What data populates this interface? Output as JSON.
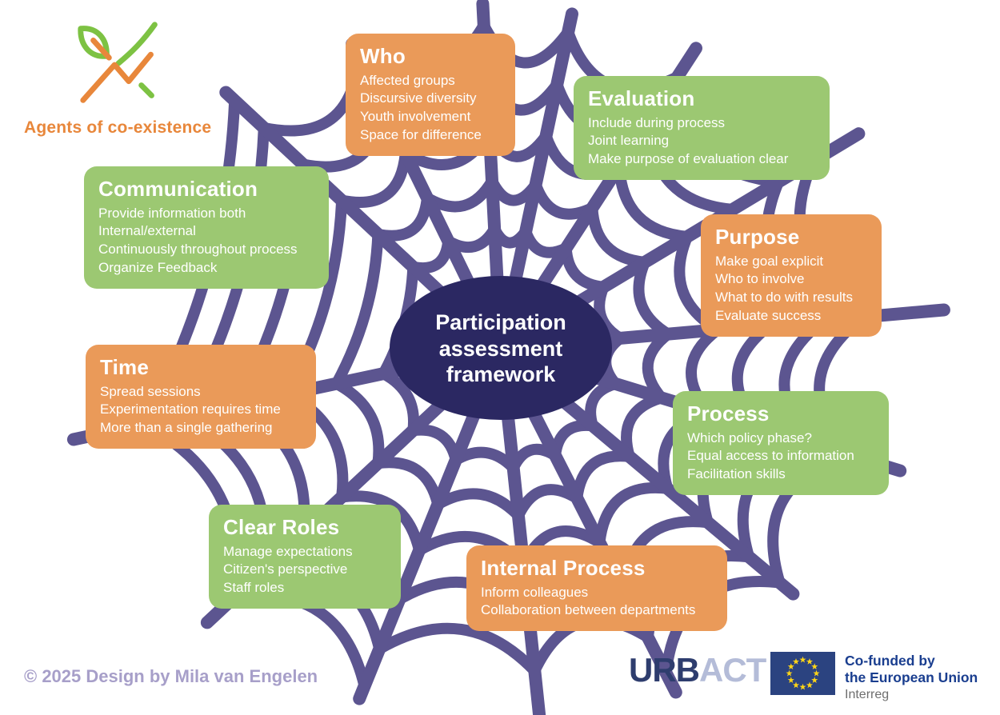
{
  "branding": {
    "name": "Agents of co-existence"
  },
  "center": {
    "line1": "Participation",
    "line2": "assessment",
    "line3": "framework"
  },
  "nodes": [
    {
      "id": "who",
      "color": "orange",
      "title": "Who",
      "items": [
        "Affected groups",
        "Discursive diversity",
        "Youth involvement",
        "Space for difference"
      ]
    },
    {
      "id": "evaluation",
      "color": "green",
      "title": "Evaluation",
      "items": [
        "Include during process",
        "Joint learning",
        "Make purpose of evaluation clear"
      ]
    },
    {
      "id": "communication",
      "color": "green",
      "title": "Communication",
      "items": [
        "Provide information both",
        "Internal/external",
        "Continuously throughout process",
        "Organize Feedback"
      ]
    },
    {
      "id": "purpose",
      "color": "orange",
      "title": "Purpose",
      "items": [
        "Make goal explicit",
        "Who to involve",
        "What to do with results",
        "Evaluate success"
      ]
    },
    {
      "id": "time",
      "color": "orange",
      "title": "Time",
      "items": [
        "Spread sessions",
        "Experimentation requires time",
        "More than a single gathering"
      ]
    },
    {
      "id": "process",
      "color": "green",
      "title": "Process",
      "items": [
        "Which policy phase?",
        "Equal access to information",
        "Facilitation skills"
      ]
    },
    {
      "id": "clear-roles",
      "color": "green",
      "title": "Clear Roles",
      "items": [
        "Manage expectations",
        "Citizen's perspective",
        "Staff roles"
      ]
    },
    {
      "id": "internal-process",
      "color": "orange",
      "title": "Internal Process",
      "items": [
        "Inform colleagues",
        "Collaboration between departments"
      ]
    }
  ],
  "footer": {
    "copyright": "© 2025 Design by Mila van Engelen"
  },
  "logos": {
    "urbact_bold": "URB",
    "urbact_light": "ACT",
    "eu_line1": "Co-funded by",
    "eu_line2": "the European Union",
    "eu_line3": "Interreg"
  },
  "colors": {
    "orange": "#EA9A59",
    "green": "#9CC872",
    "navy": "#2B2862",
    "web_purple": "#5C5590",
    "logo_orange": "#E8873B",
    "logo_green": "#7DC243",
    "footer_text": "#A79FC9",
    "urbact_navy": "#2E3D6E",
    "urbact_light": "#B4BCD8",
    "eu_blue": "#2B4380",
    "eu_star": "#FFD617",
    "eu_text": "#1A3E8F",
    "interreg_gray": "#6E6E6E"
  }
}
